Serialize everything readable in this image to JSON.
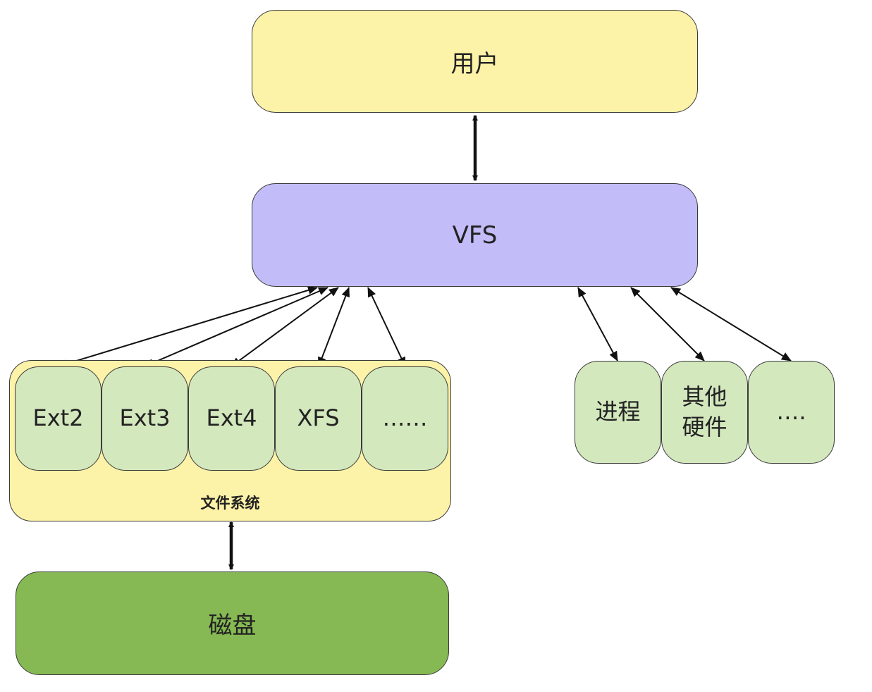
{
  "nodes": {
    "user": "用户",
    "vfs": "VFS",
    "filesystem_group": "文件系统",
    "filesystems": [
      "Ext2",
      "Ext3",
      "Ext4",
      "XFS",
      "……"
    ],
    "others": [
      "进程",
      "其他\n硬件",
      "…."
    ],
    "disk": "磁盘"
  },
  "colors": {
    "user_fill": "#fcf2a8",
    "vfs_fill": "#c2bdf8",
    "filesystem_group_fill": "#fcf2a8",
    "item_fill": "#d4e8be",
    "disk_fill": "#86b953",
    "border": "#3a3a3a",
    "arrow": "#111111"
  }
}
